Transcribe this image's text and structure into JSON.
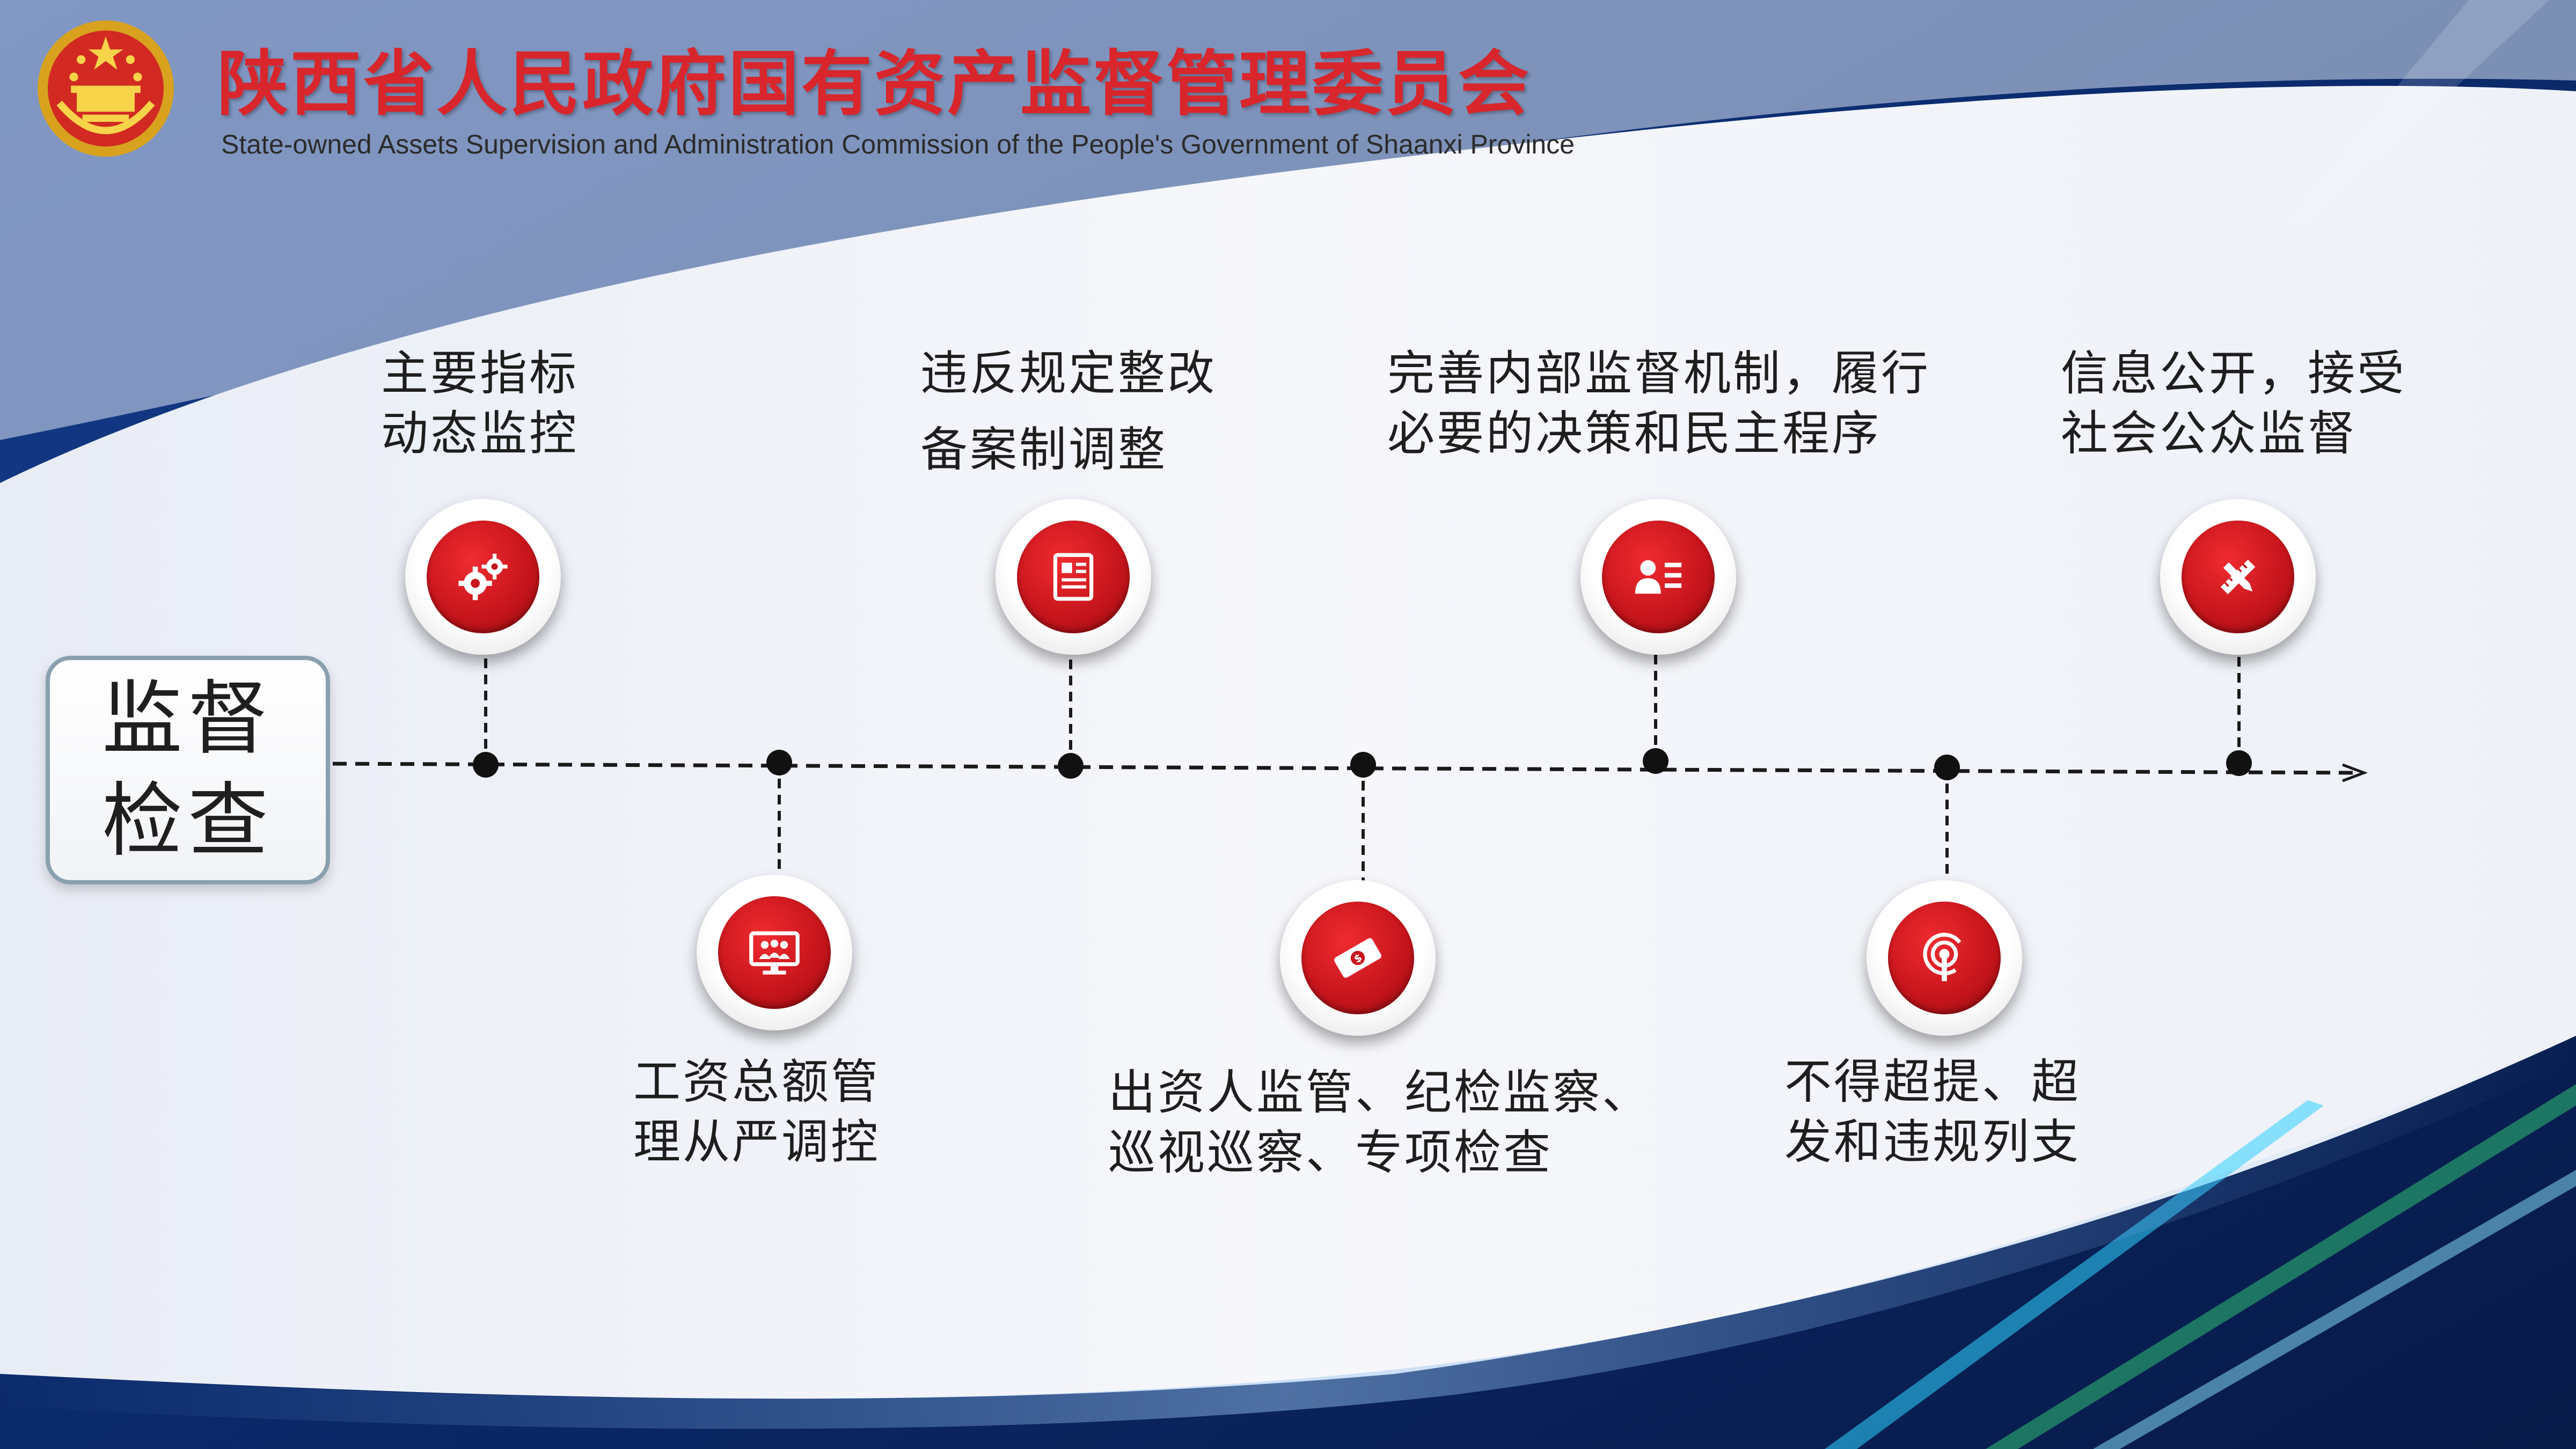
{
  "header": {
    "title_cn": "陕西省人民政府国有资产监督管理委员会",
    "title_en": "State-owned Assets Supervision and Administration Commission of the People's Government of Shaanxi Province"
  },
  "start_box": {
    "line1": "监督",
    "line2": "检查"
  },
  "steps": [
    {
      "lines": [
        "主要指标",
        "动态监控"
      ],
      "icon": "gears-icon"
    },
    {
      "lines": [
        "工资总额管",
        "理从严调控"
      ],
      "icon": "monitor-people-icon"
    },
    {
      "lines": [
        "违反规定整改",
        "备案制调整"
      ],
      "icon": "newspaper-icon"
    },
    {
      "lines": [
        "出资人监管、纪检监察、",
        "巡视巡察、专项检查"
      ],
      "icon": "money-bill-icon"
    },
    {
      "lines": [
        "完善内部监督机制，履行",
        "必要的决策和民主程序"
      ],
      "icon": "user-list-icon"
    },
    {
      "lines": [
        "不得超提、超",
        "发和违规列支"
      ],
      "icon": "broadcast-icon"
    },
    {
      "lines": [
        "信息公开，接受",
        "社会公众监督"
      ],
      "icon": "pencil-ruler-icon"
    }
  ],
  "colors": {
    "accent_red": "#d8262c",
    "navy": "#0b2a6b"
  }
}
